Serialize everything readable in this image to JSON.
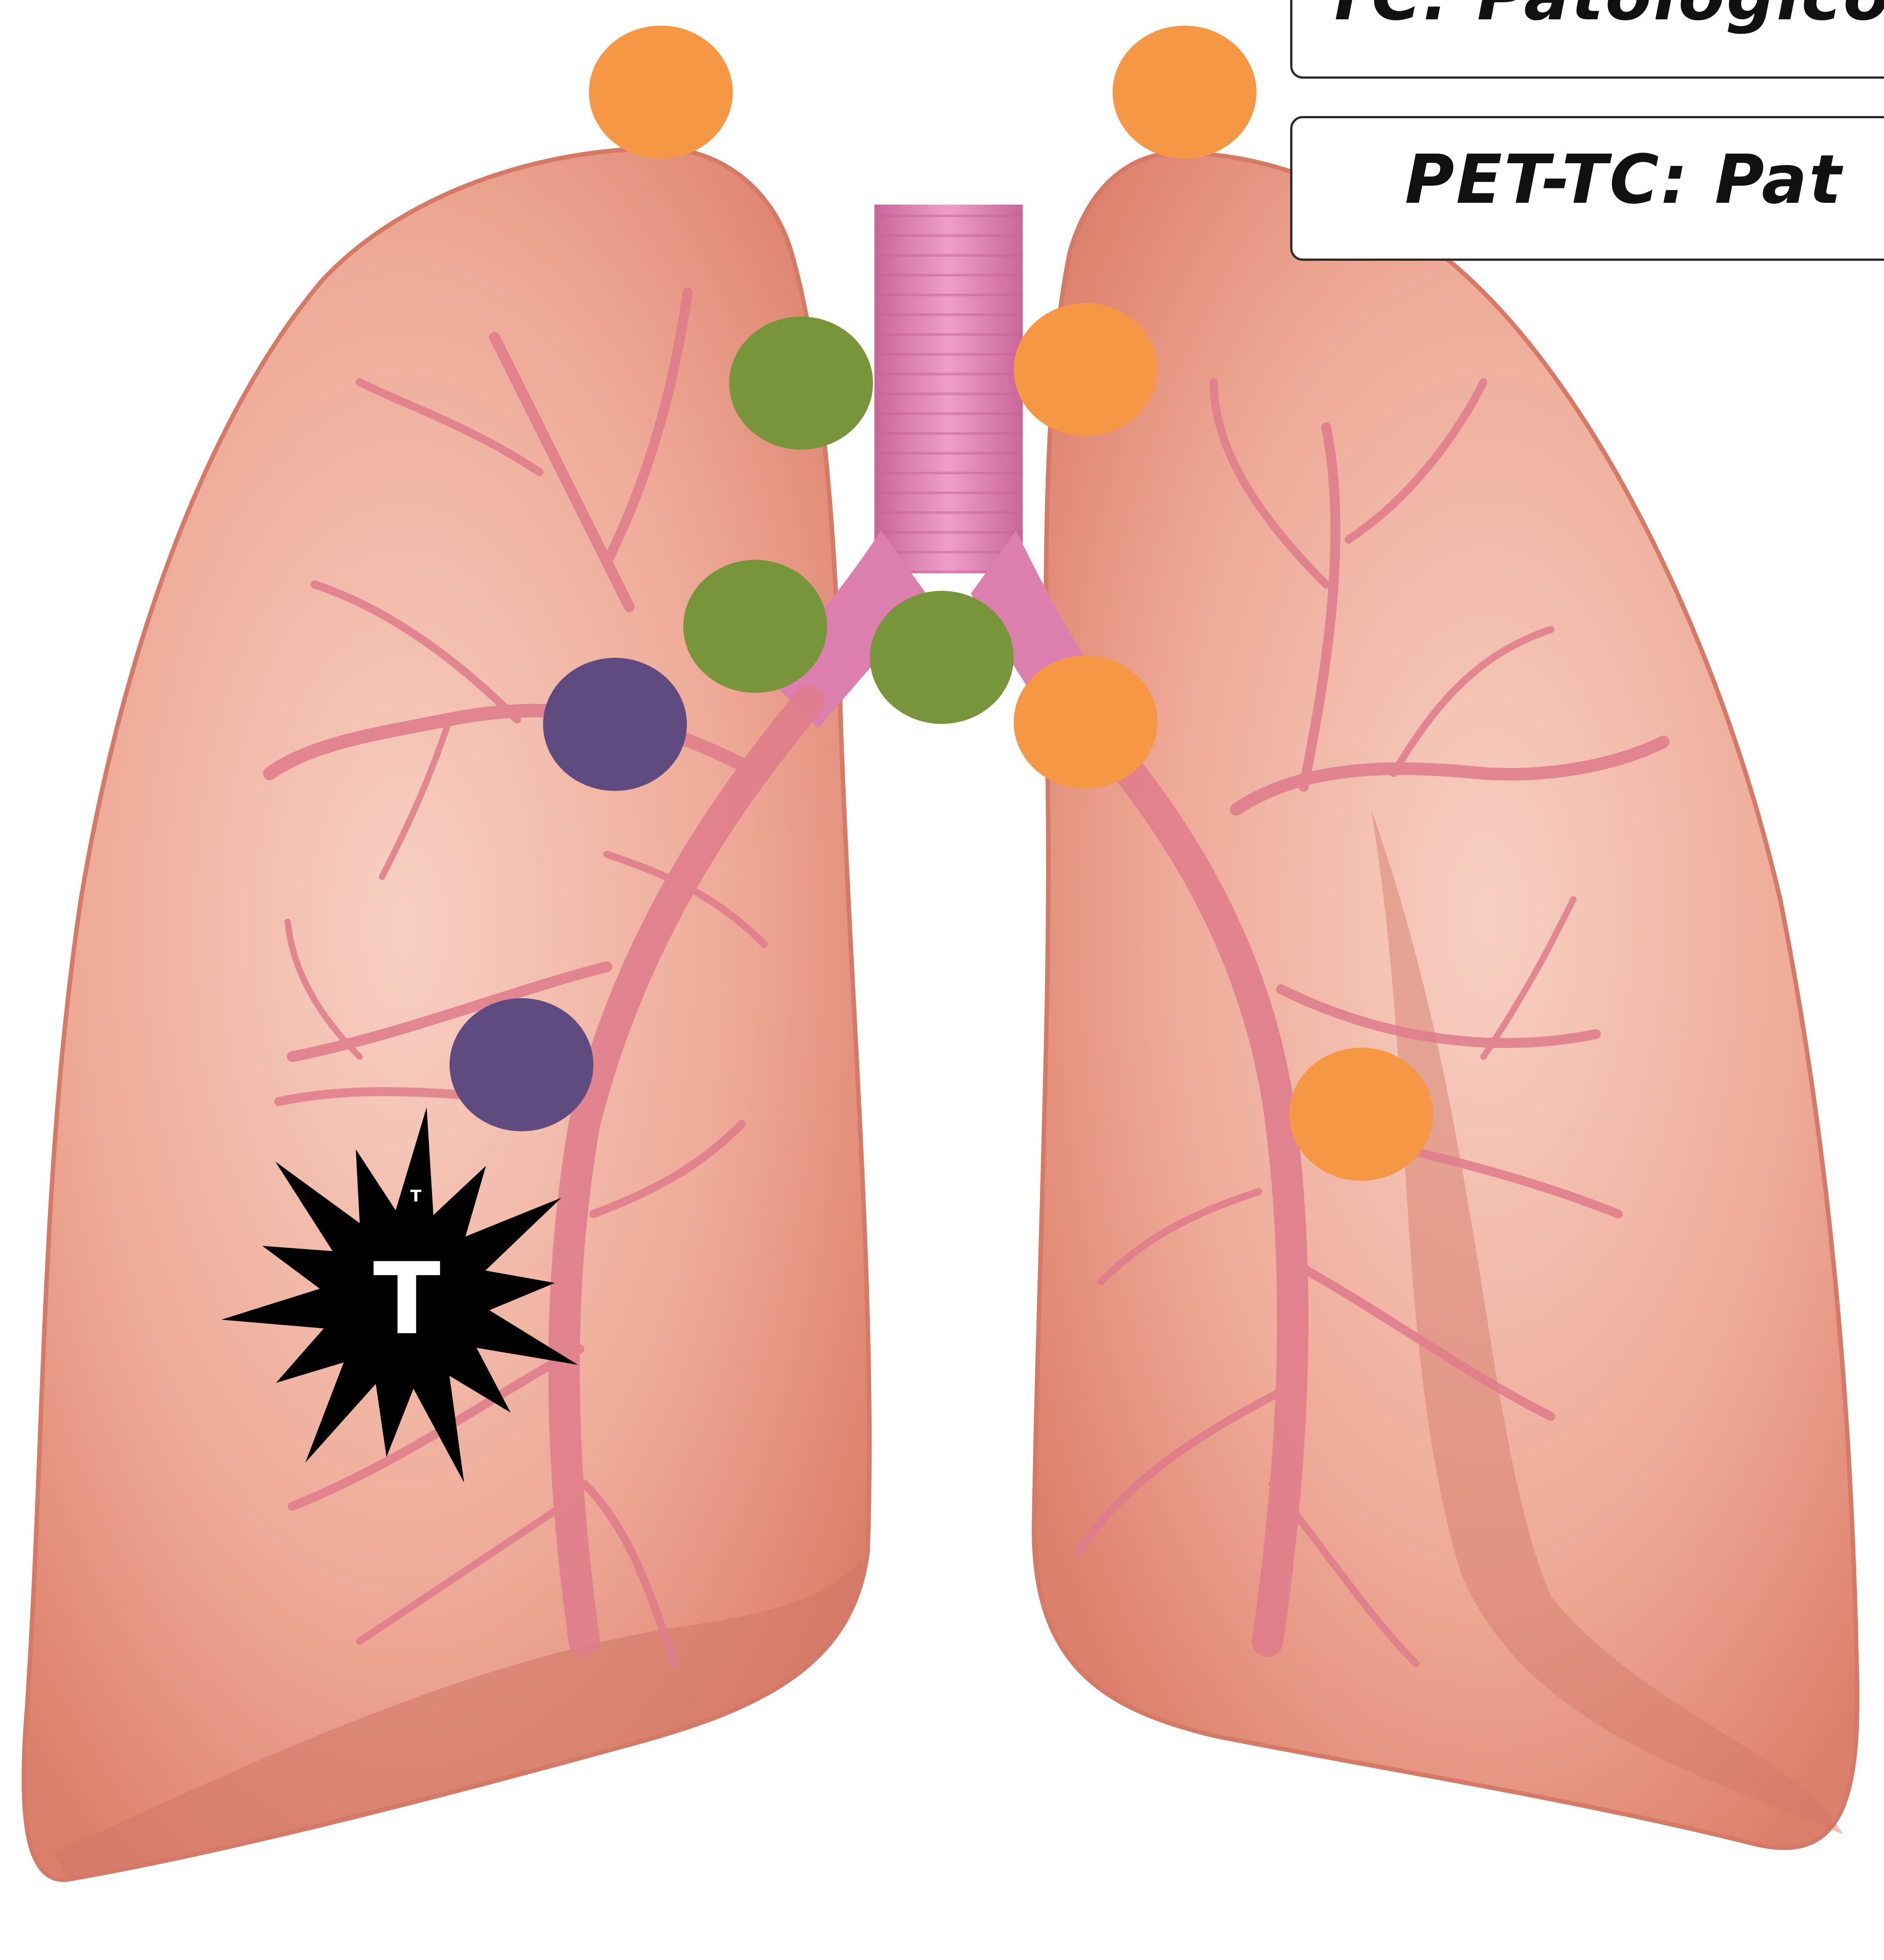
{
  "labels": {
    "tc": "TC: Patológico",
    "pet": "PET-TC: Pat"
  },
  "tumor": {
    "label": "T",
    "small_label": "T"
  },
  "colors": {
    "orange": "#f59745",
    "green": "#79953b",
    "purple": "#5f4b80",
    "lung": "#eba18f",
    "lung_light": "#f6cbbd",
    "trachea": "#dd7fae",
    "vessel": "#e07a8a",
    "tumor": "#000000"
  },
  "nodes": [
    {
      "color": "orange",
      "station": "right supraclavicular"
    },
    {
      "color": "orange",
      "station": "left supraclavicular"
    },
    {
      "color": "green",
      "station": "right upper paratracheal"
    },
    {
      "color": "orange",
      "station": "left upper paratracheal"
    },
    {
      "color": "green",
      "station": "right tracheobronchial"
    },
    {
      "color": "green",
      "station": "subcarinal"
    },
    {
      "color": "orange",
      "station": "left hilar"
    },
    {
      "color": "purple",
      "station": "right hilar"
    },
    {
      "color": "purple",
      "station": "right interlobar"
    },
    {
      "color": "orange",
      "station": "left interlobar"
    }
  ]
}
